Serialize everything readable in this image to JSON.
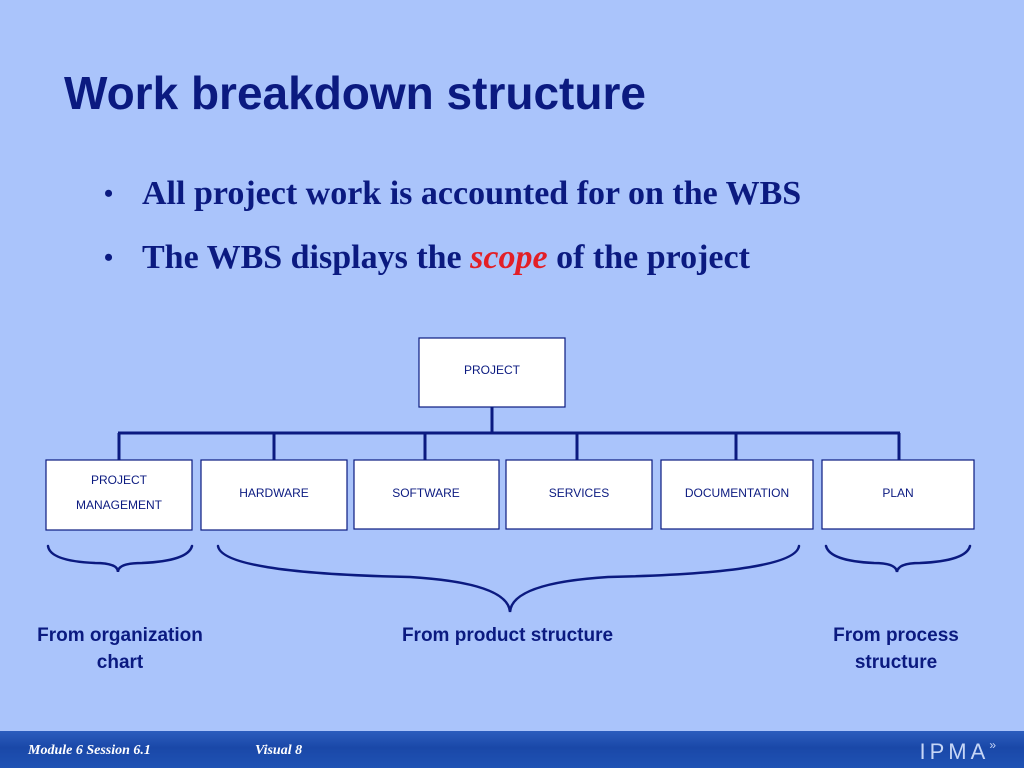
{
  "title": "Work breakdown structure",
  "bullets": [
    {
      "text": "All project work is accounted for on the WBS"
    },
    {
      "before": "The WBS displays the ",
      "emph": "scope",
      "after": " of the project"
    }
  ],
  "diagram": {
    "root": "PROJECT",
    "children": [
      "PROJECT",
      "MANAGEMENT",
      "HARDWARE",
      "SOFTWARE",
      "SERVICES",
      "DOCUMENTATION",
      "PLAN"
    ]
  },
  "sources": {
    "org_line1": "From organization",
    "org_line2": "chart",
    "product": "From  product structure",
    "process_line1": "From process",
    "process_line2": "structure"
  },
  "footer": {
    "module": "Module 6  Session 6.1",
    "visual": "Visual 8",
    "logo": "IPMA",
    "logo_mark": "»"
  },
  "colors": {
    "background": "#aac4fb",
    "text": "#0b1a80",
    "emphasis": "#e21f26",
    "footer": "#1f52b4"
  }
}
